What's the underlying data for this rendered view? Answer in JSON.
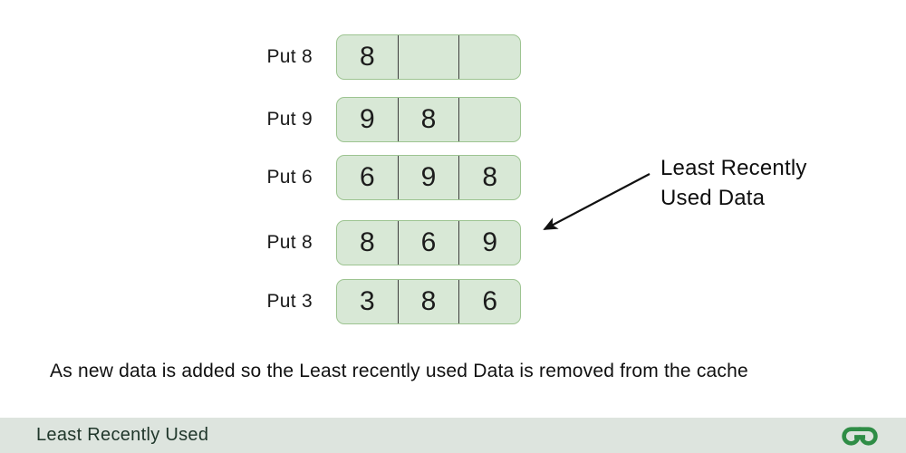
{
  "diagram": {
    "steps": [
      {
        "label": "Put 8",
        "cells": [
          "8",
          "",
          ""
        ]
      },
      {
        "label": "Put 9",
        "cells": [
          "9",
          "8",
          ""
        ]
      },
      {
        "label": "Put 6",
        "cells": [
          "6",
          "9",
          "8"
        ]
      },
      {
        "label": "Put 8",
        "cells": [
          "8",
          "6",
          "9"
        ]
      },
      {
        "label": "Put 3",
        "cells": [
          "3",
          "8",
          "6"
        ]
      }
    ],
    "annotation_line1": "Least Recently",
    "annotation_line2": "Used Data",
    "caption": "As new data is added so the Least recently used Data is removed from the cache"
  },
  "footer": {
    "title": "Least Recently Used",
    "logo_icon": "geeksforgeeks-logo"
  },
  "colors": {
    "cache_fill": "#d8e8d6",
    "cache_border": "#9dc491",
    "cell_divider": "#3d3d3d",
    "footer_bg": "#dde4de",
    "footer_text": "#20372b",
    "logo_green": "#2f8d46",
    "arrow_black": "#111111"
  }
}
